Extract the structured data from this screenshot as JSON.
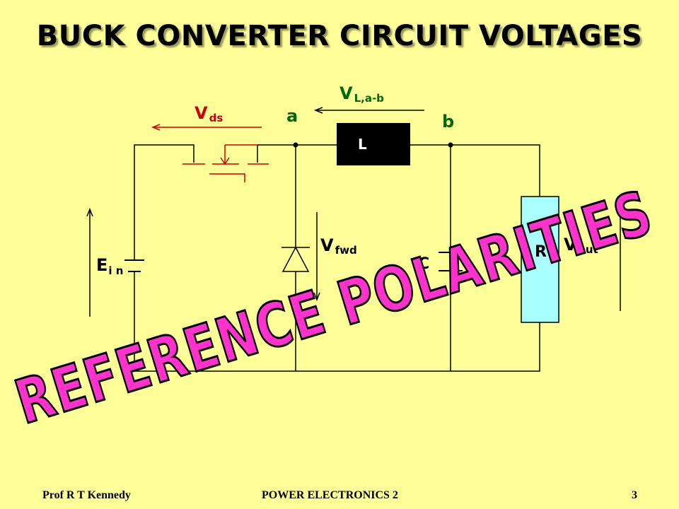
{
  "title": "BUCK CONVERTER CIRCUIT VOLTAGES",
  "labels": {
    "vds_main": "V",
    "vds_sub": "ds",
    "vlab_main": "V",
    "vlab_sub": "L,a-b",
    "node_a": "a",
    "node_b": "b",
    "inductor": "L",
    "vfwd_main": "V",
    "vfwd_sub": "fwd",
    "capacitor": "C",
    "resistor": "R",
    "vout_main": "V",
    "vout_sub": "out",
    "ein_main": "E",
    "ein_sub": "i n"
  },
  "banner": "REFERENCE POLARITIES",
  "footer": {
    "author": "Prof R T Kennedy",
    "course": "POWER ELECTRONICS 2",
    "page": "3"
  },
  "colors": {
    "background": "#ffff99",
    "switch_red": "#cc0000",
    "node_green": "#006600",
    "resistor_fill": "#aaffff",
    "banner_magenta": "#ff33cc"
  }
}
